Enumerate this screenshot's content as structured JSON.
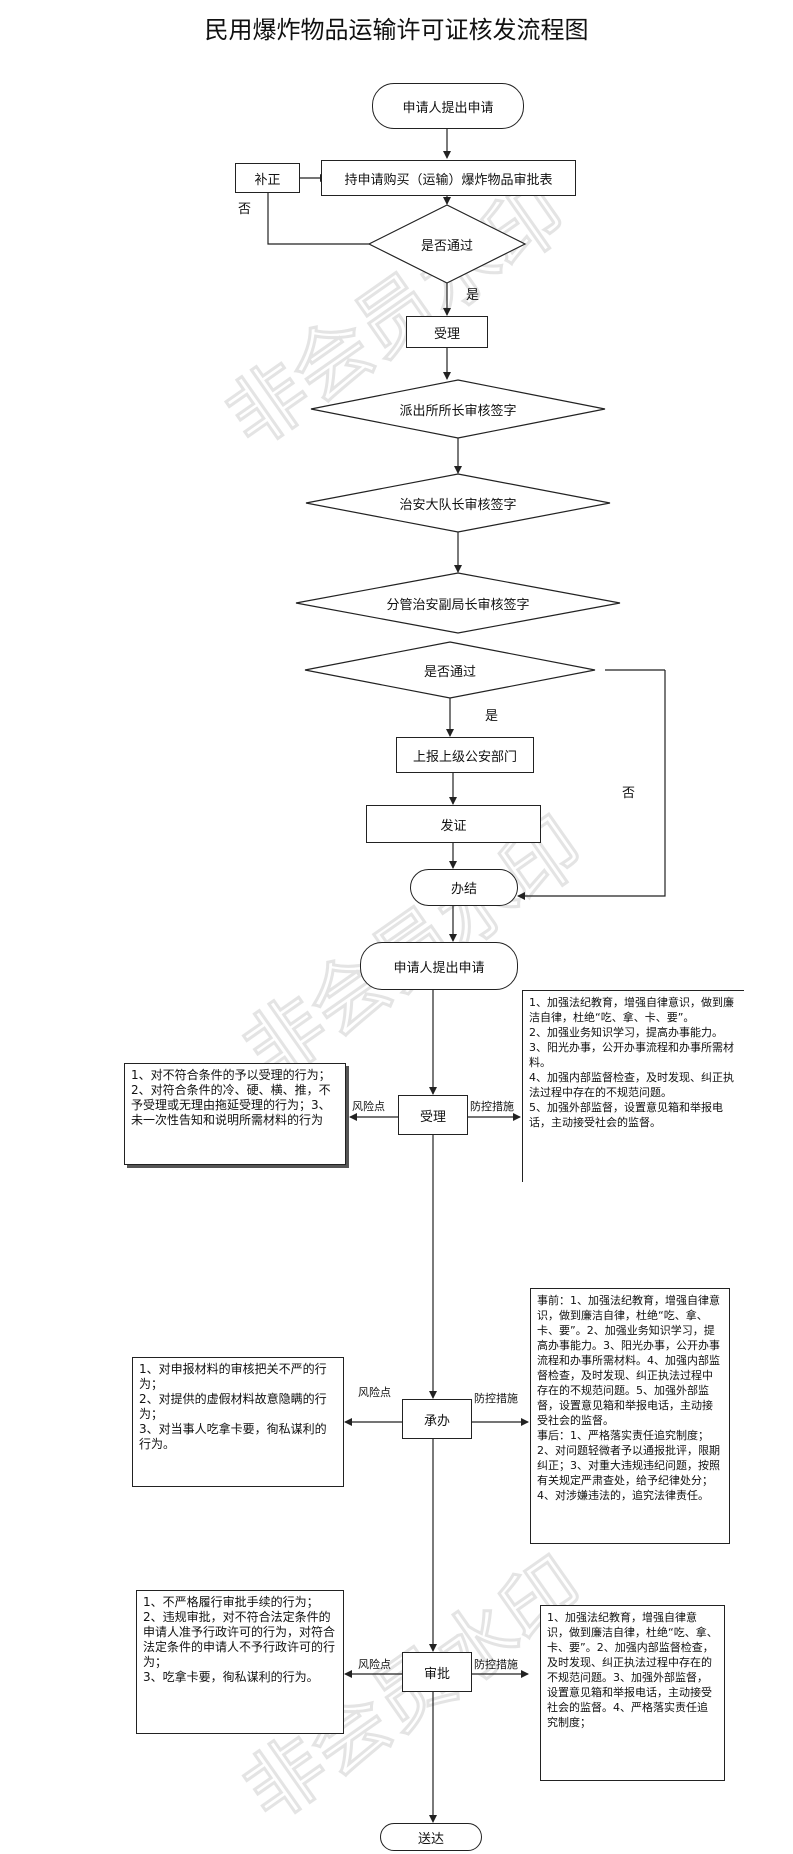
{
  "title": "民用爆炸物品运输许可证核发流程图",
  "watermark": "非会员水印",
  "flow1": {
    "start": "申请人提出申请",
    "apply_form": "持申请购买（运输）爆炸物品审批表",
    "correct": "补正",
    "no1": "否",
    "check1": "是否通过",
    "yes1": "是",
    "accept": "受理",
    "police_station": "派出所所长审核签字",
    "security_team": "治安大队长审核签字",
    "deputy_director": "分管治安副局长审核签字",
    "check2": "是否通过",
    "yes2": "是",
    "report": "上报上级公安部门",
    "no2": "否",
    "issue": "发证",
    "end": "办结"
  },
  "flow2": {
    "start": "申请人提出申请",
    "risk_label": "风险点",
    "control_label": "防控措施",
    "accept": {
      "name": "受理",
      "risk": "1、对不符合条件的予以受理的行为；2、对符合条件的冷、硬、横、推，不予受理或无理由拖延受理的行为；3、未一次性告知和说明所需材料的行为",
      "control": "1、加强法纪教育，增强自律意识，做到廉洁自律，杜绝“吃、拿、卡、要”。\n2、加强业务知识学习，提高办事能力。\n3、阳光办事，公开办事流程和办事所需材料。\n4、加强内部监督检查，及时发现、纠正执法过程中存在的不规范问题。\n5、加强外部监督，设置意见箱和举报电话，主动接受社会的监督。"
    },
    "handle": {
      "name": "承办",
      "risk": "1、对申报材料的审核把关不严的行为；\n2、对提供的虚假材料故意隐瞒的行为；\n3、对当事人吃拿卡要，徇私谋利的行为。",
      "control": "事前：1、加强法纪教育，增强自律意识，做到廉洁自律，杜绝“吃、拿、卡、要”。2、加强业务知识学习，提高办事能力。3、阳光办事，公开办事流程和办事所需材料。4、加强内部监督检查，及时发现、纠正执法过程中存在的不规范问题。5、加强外部监督，设置意见箱和举报电话，主动接受社会的监督。\n事后：1、严格落实责任追究制度；2、对问题轻微者予以通报批评，限期纠正；3、对重大违规违纪问题，按照有关规定严肃查处，给予纪律处分；4、对涉嫌违法的，追究法律责任。"
    },
    "approve": {
      "name": "审批",
      "risk": "1、不严格履行审批手续的行为；\n2、违规审批，对不符合法定条件的申请人准予行政许可的行为，对符合法定条件的申请人不予行政许可的行为；\n3、吃拿卡要，徇私谋利的行为。",
      "control": "1、加强法纪教育，增强自律意识，做到廉洁自律，杜绝“吃、拿、卡、要”。2、加强内部监督检查，及时发现、纠正执法过程中存在的不规范问题。3、加强外部监督，设置意见箱和举报电话，主动接受社会的监督。4、严格落实责任追究制度；"
    },
    "end": "送达"
  }
}
